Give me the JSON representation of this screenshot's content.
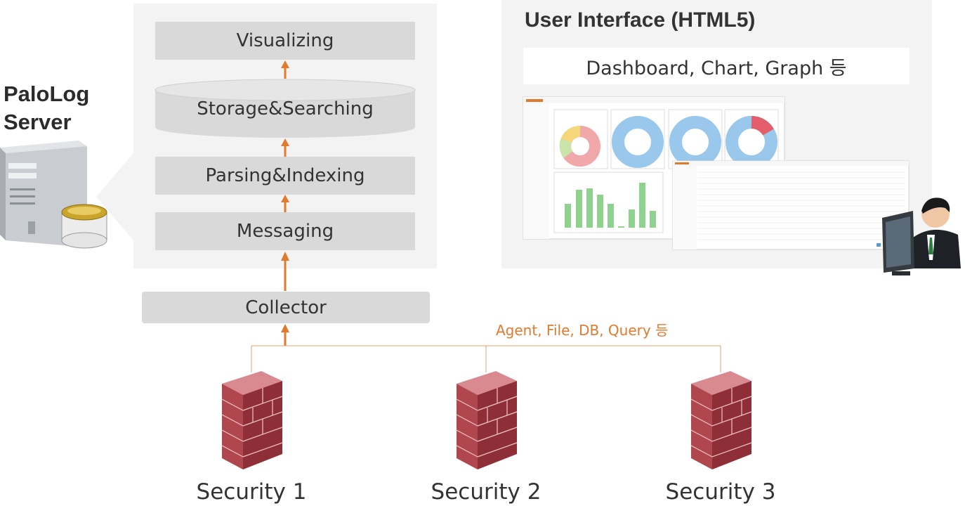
{
  "server": {
    "title_line1": "PaloLog",
    "title_line2": "Server"
  },
  "pipeline": {
    "visualizing": "Visualizing",
    "storage": "Storage&Searching",
    "parsing": "Parsing&Indexing",
    "messaging": "Messaging",
    "collector": "Collector"
  },
  "ui": {
    "title": "User Interface (HTML5)",
    "subtitle": "Dashboard, Chart, Graph 등"
  },
  "sources": {
    "protocols": "Agent, File, DB, Query 등",
    "items": [
      "Security 1",
      "Security 2",
      "Security 3"
    ]
  },
  "colors": {
    "accent_orange": "#e07a2e",
    "panel_bg": "#f3f3f3",
    "box_bg": "#d9d9d9",
    "firewall_red": "#b0474e",
    "chart_blue": "#99c8ec",
    "chart_green": "#8fd18f",
    "chart_pink": "#f0a8a8"
  }
}
